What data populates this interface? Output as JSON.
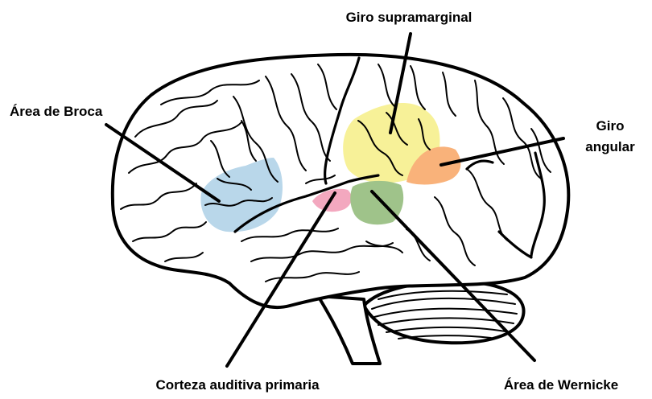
{
  "labels": {
    "supramarginal": "Giro supramarginal",
    "broca": "Área de Broca",
    "angular_line1": "Giro",
    "angular_line2": "angular",
    "auditory": "Corteza auditiva primaria",
    "wernicke": "Área de Wernicke"
  },
  "colors": {
    "broca": "#b9d7ea",
    "supramarginal": "#f7f198",
    "angular": "#f9b27a",
    "auditory": "#f3a8bf",
    "wernicke": "#9fc38a"
  }
}
